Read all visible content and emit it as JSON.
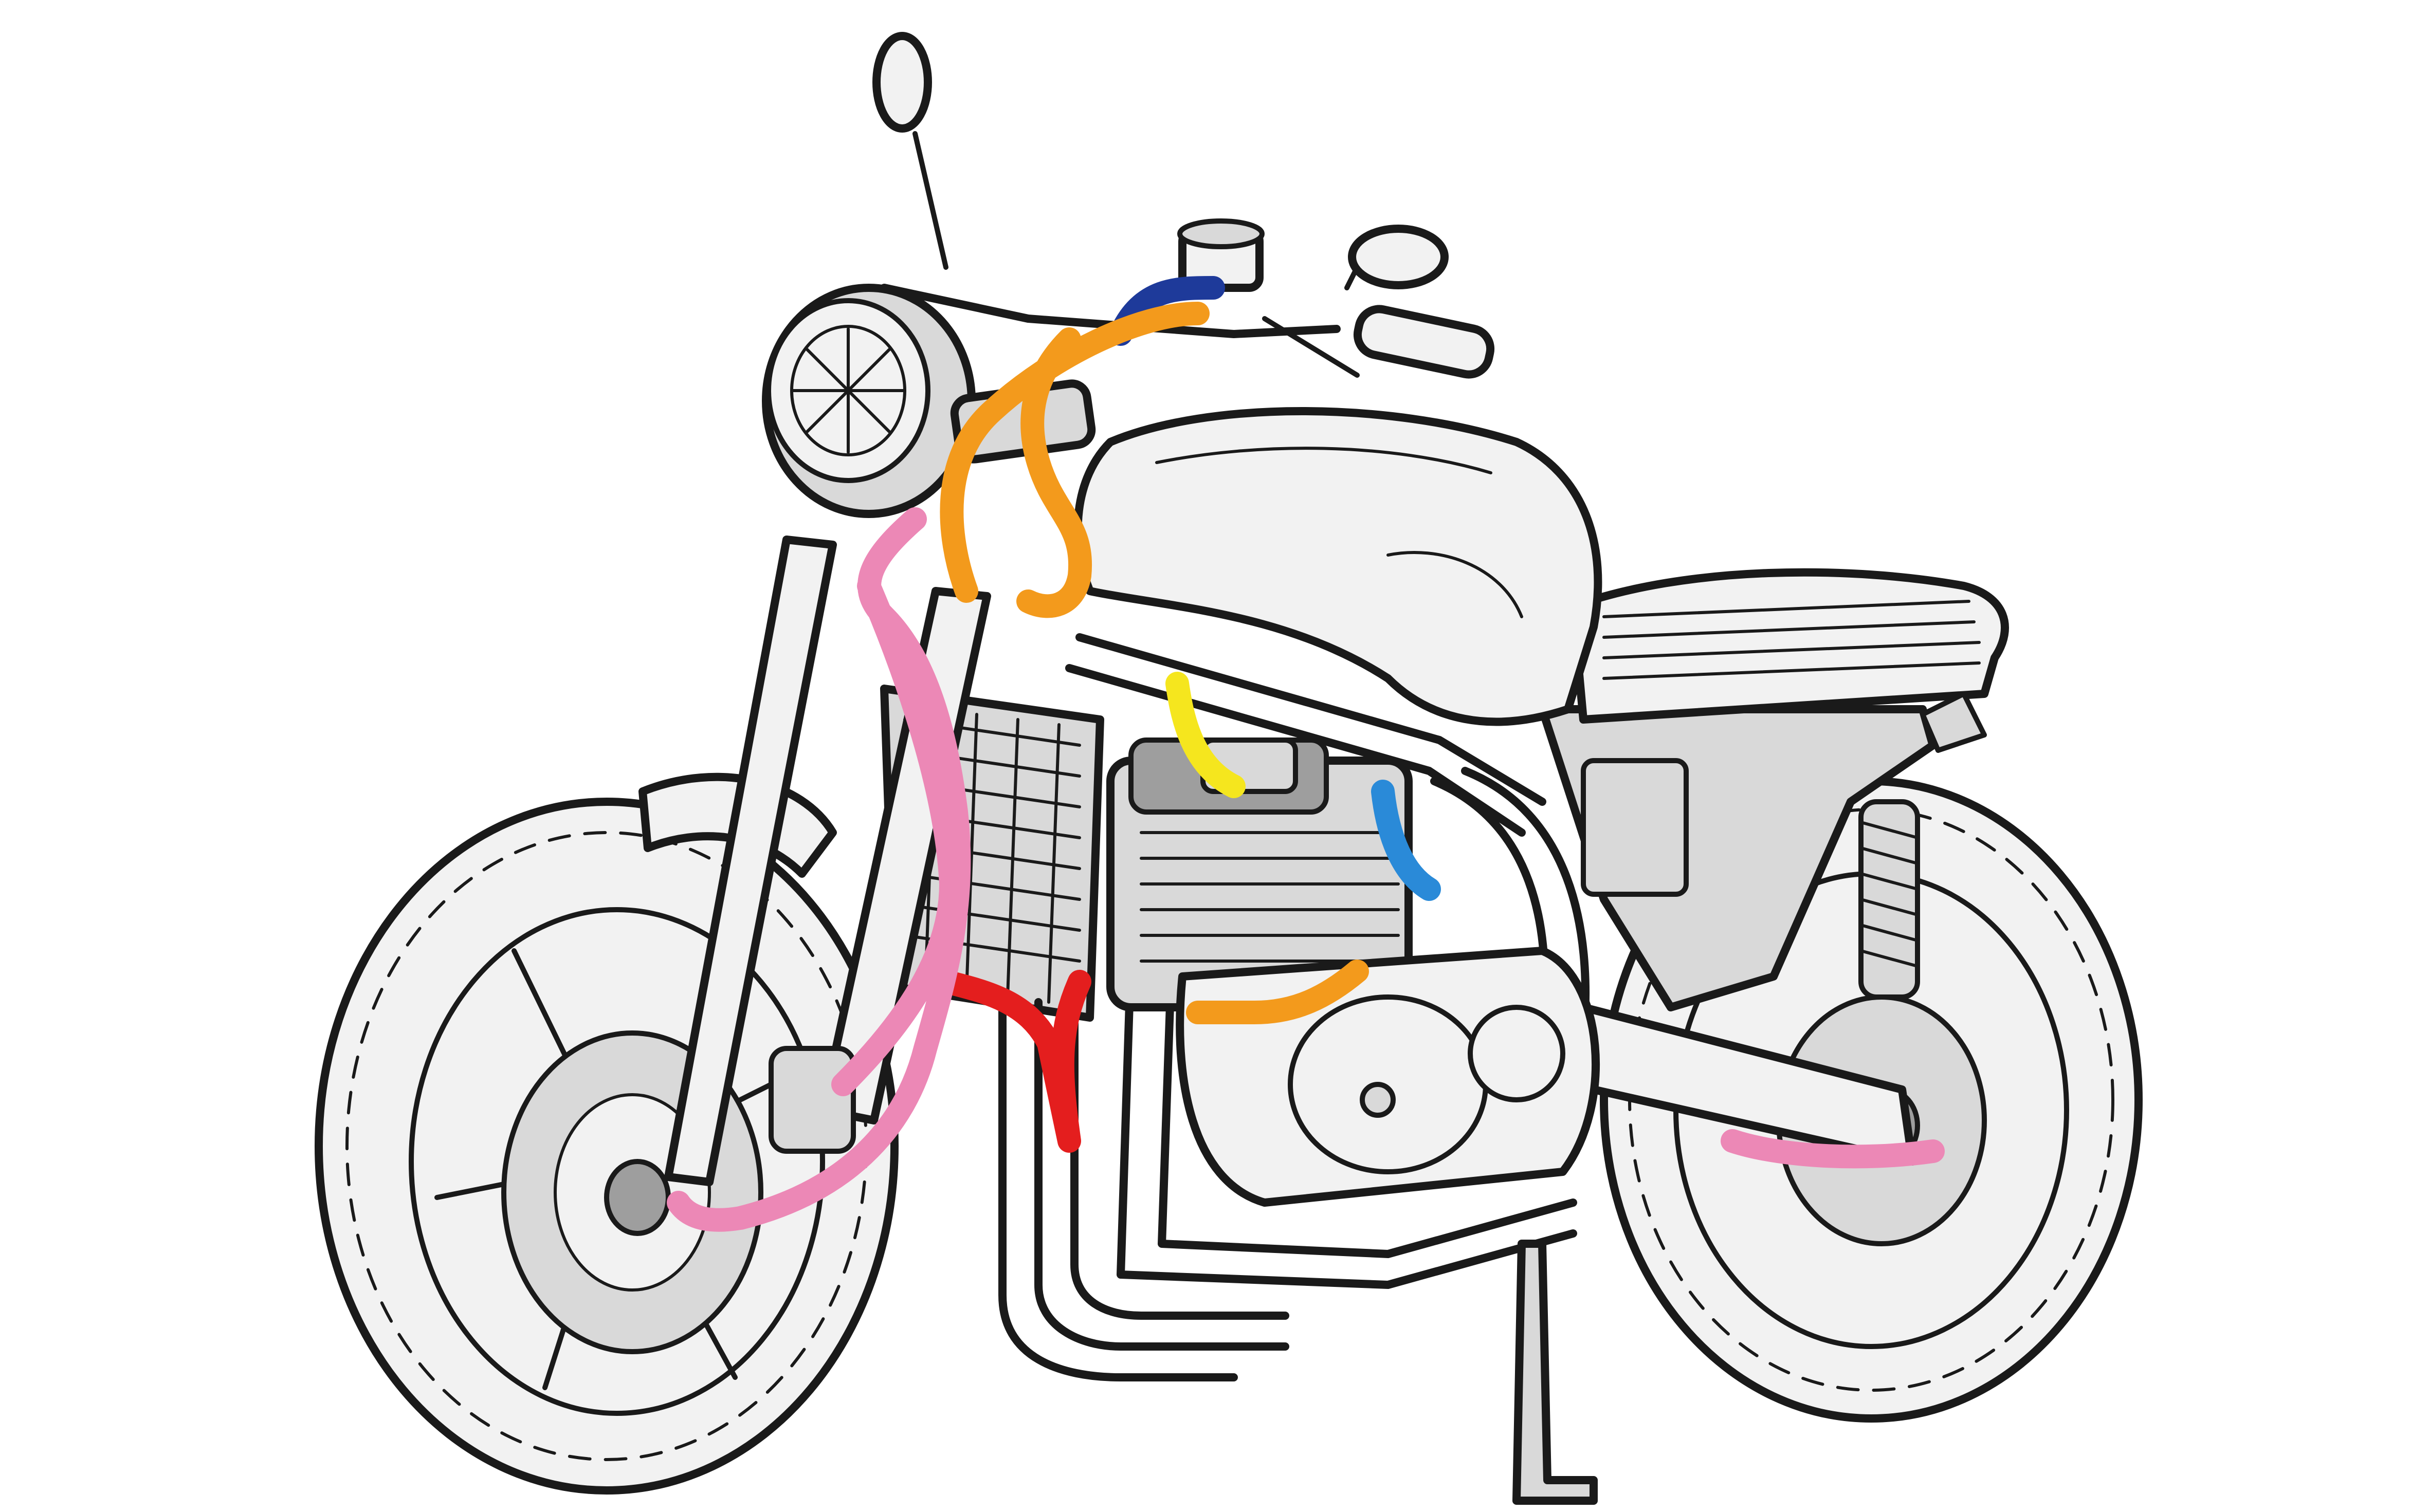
{
  "diagram": {
    "subject": "motorcycle",
    "style": "line-drawing",
    "background_color": "#ffffff",
    "ink_color": "#1a1a1a",
    "body_shades": [
      "#f2f2f2",
      "#d9d9d9",
      "#9e9e9e"
    ]
  },
  "hoses": [
    {
      "id": "brake-reservoir-hose",
      "color": "#1e3a9a",
      "color_name": "navy"
    },
    {
      "id": "front-brake-hose",
      "color": "#f39a1c",
      "color_name": "orange"
    },
    {
      "id": "exhaust-heat-shield-line",
      "color": "#f39a1c",
      "color_name": "orange"
    },
    {
      "id": "fuel-line",
      "color": "#f5e61e",
      "color_name": "yellow"
    },
    {
      "id": "vacuum-hose",
      "color": "#2a8ad8",
      "color_name": "light-blue"
    },
    {
      "id": "radiator-hose",
      "color": "#e41e1e",
      "color_name": "red"
    },
    {
      "id": "front-brake-line",
      "color": "#ec88b6",
      "color_name": "pink"
    },
    {
      "id": "rear-brake-line",
      "color": "#ec88b6",
      "color_name": "pink"
    }
  ]
}
